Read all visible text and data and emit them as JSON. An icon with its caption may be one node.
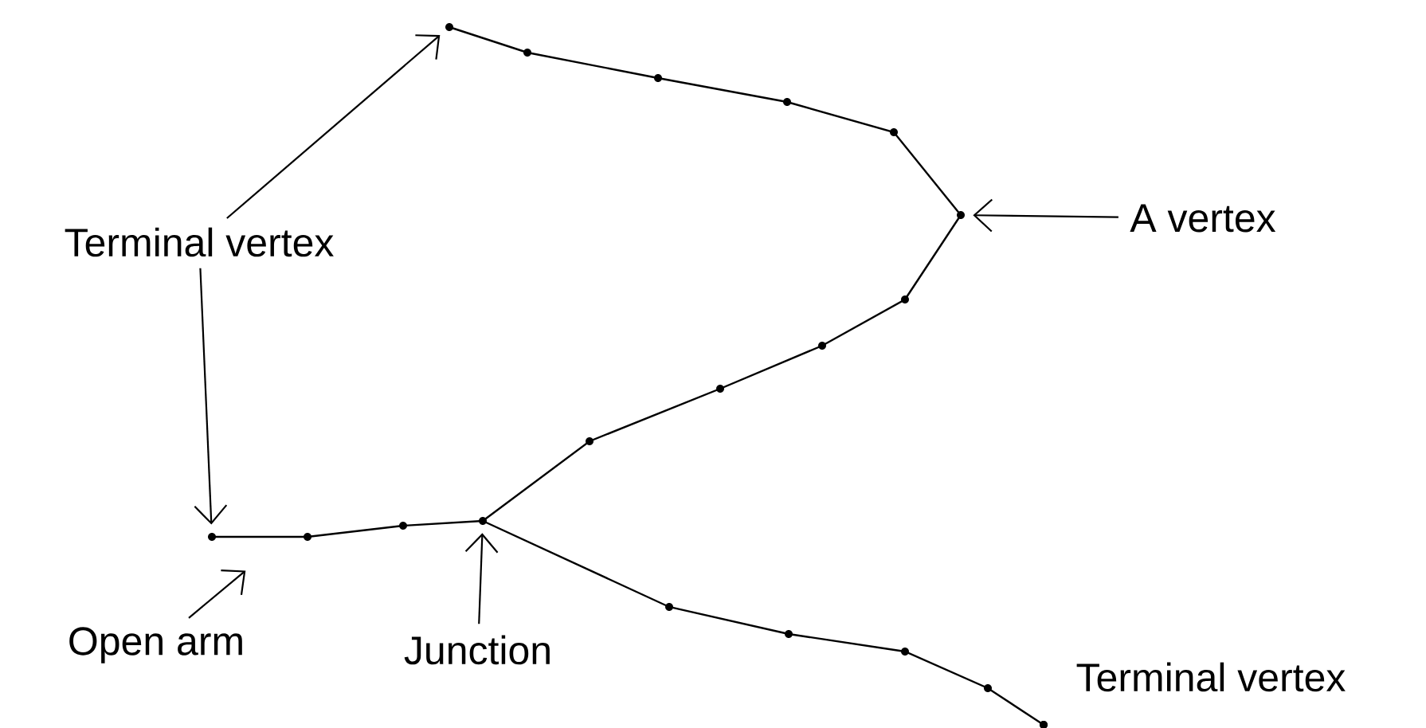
{
  "diagram": {
    "nodes": [
      {
        "text": [
          "Terminal vertex"
        ]
      },
      {
        "text": [],
        "shape": "circle"
      },
      {
        "text": [],
        "shape": "circle"
      },
      {
        "text": [
          "A vertex"
        ]
      },
      {
        "text": [],
        "shape": "circle"
      },
      {
        "text": [
          "Open arm"
        ]
      },
      {
        "text": [
          "Junction"
        ]
      },
      {
        "text": [],
        "shape": "circle"
      }
    ],
    "edges": [
      {
        "from": 0,
        "to": 1,
        "arrow": "to"
      },
      {
        "from": 0,
        "to": 2,
        "arrow": "to"
      },
      {
        "from": 3,
        "to": 4,
        "arrow": "to"
      },
      {
        "from": 5,
        "to": null,
        "arrow": "to"
      },
      {
        "from": 6,
        "to": 7,
        "arrow": "to"
      }
    ],
    "labels": [
      "Terminal vertex"
    ]
  }
}
